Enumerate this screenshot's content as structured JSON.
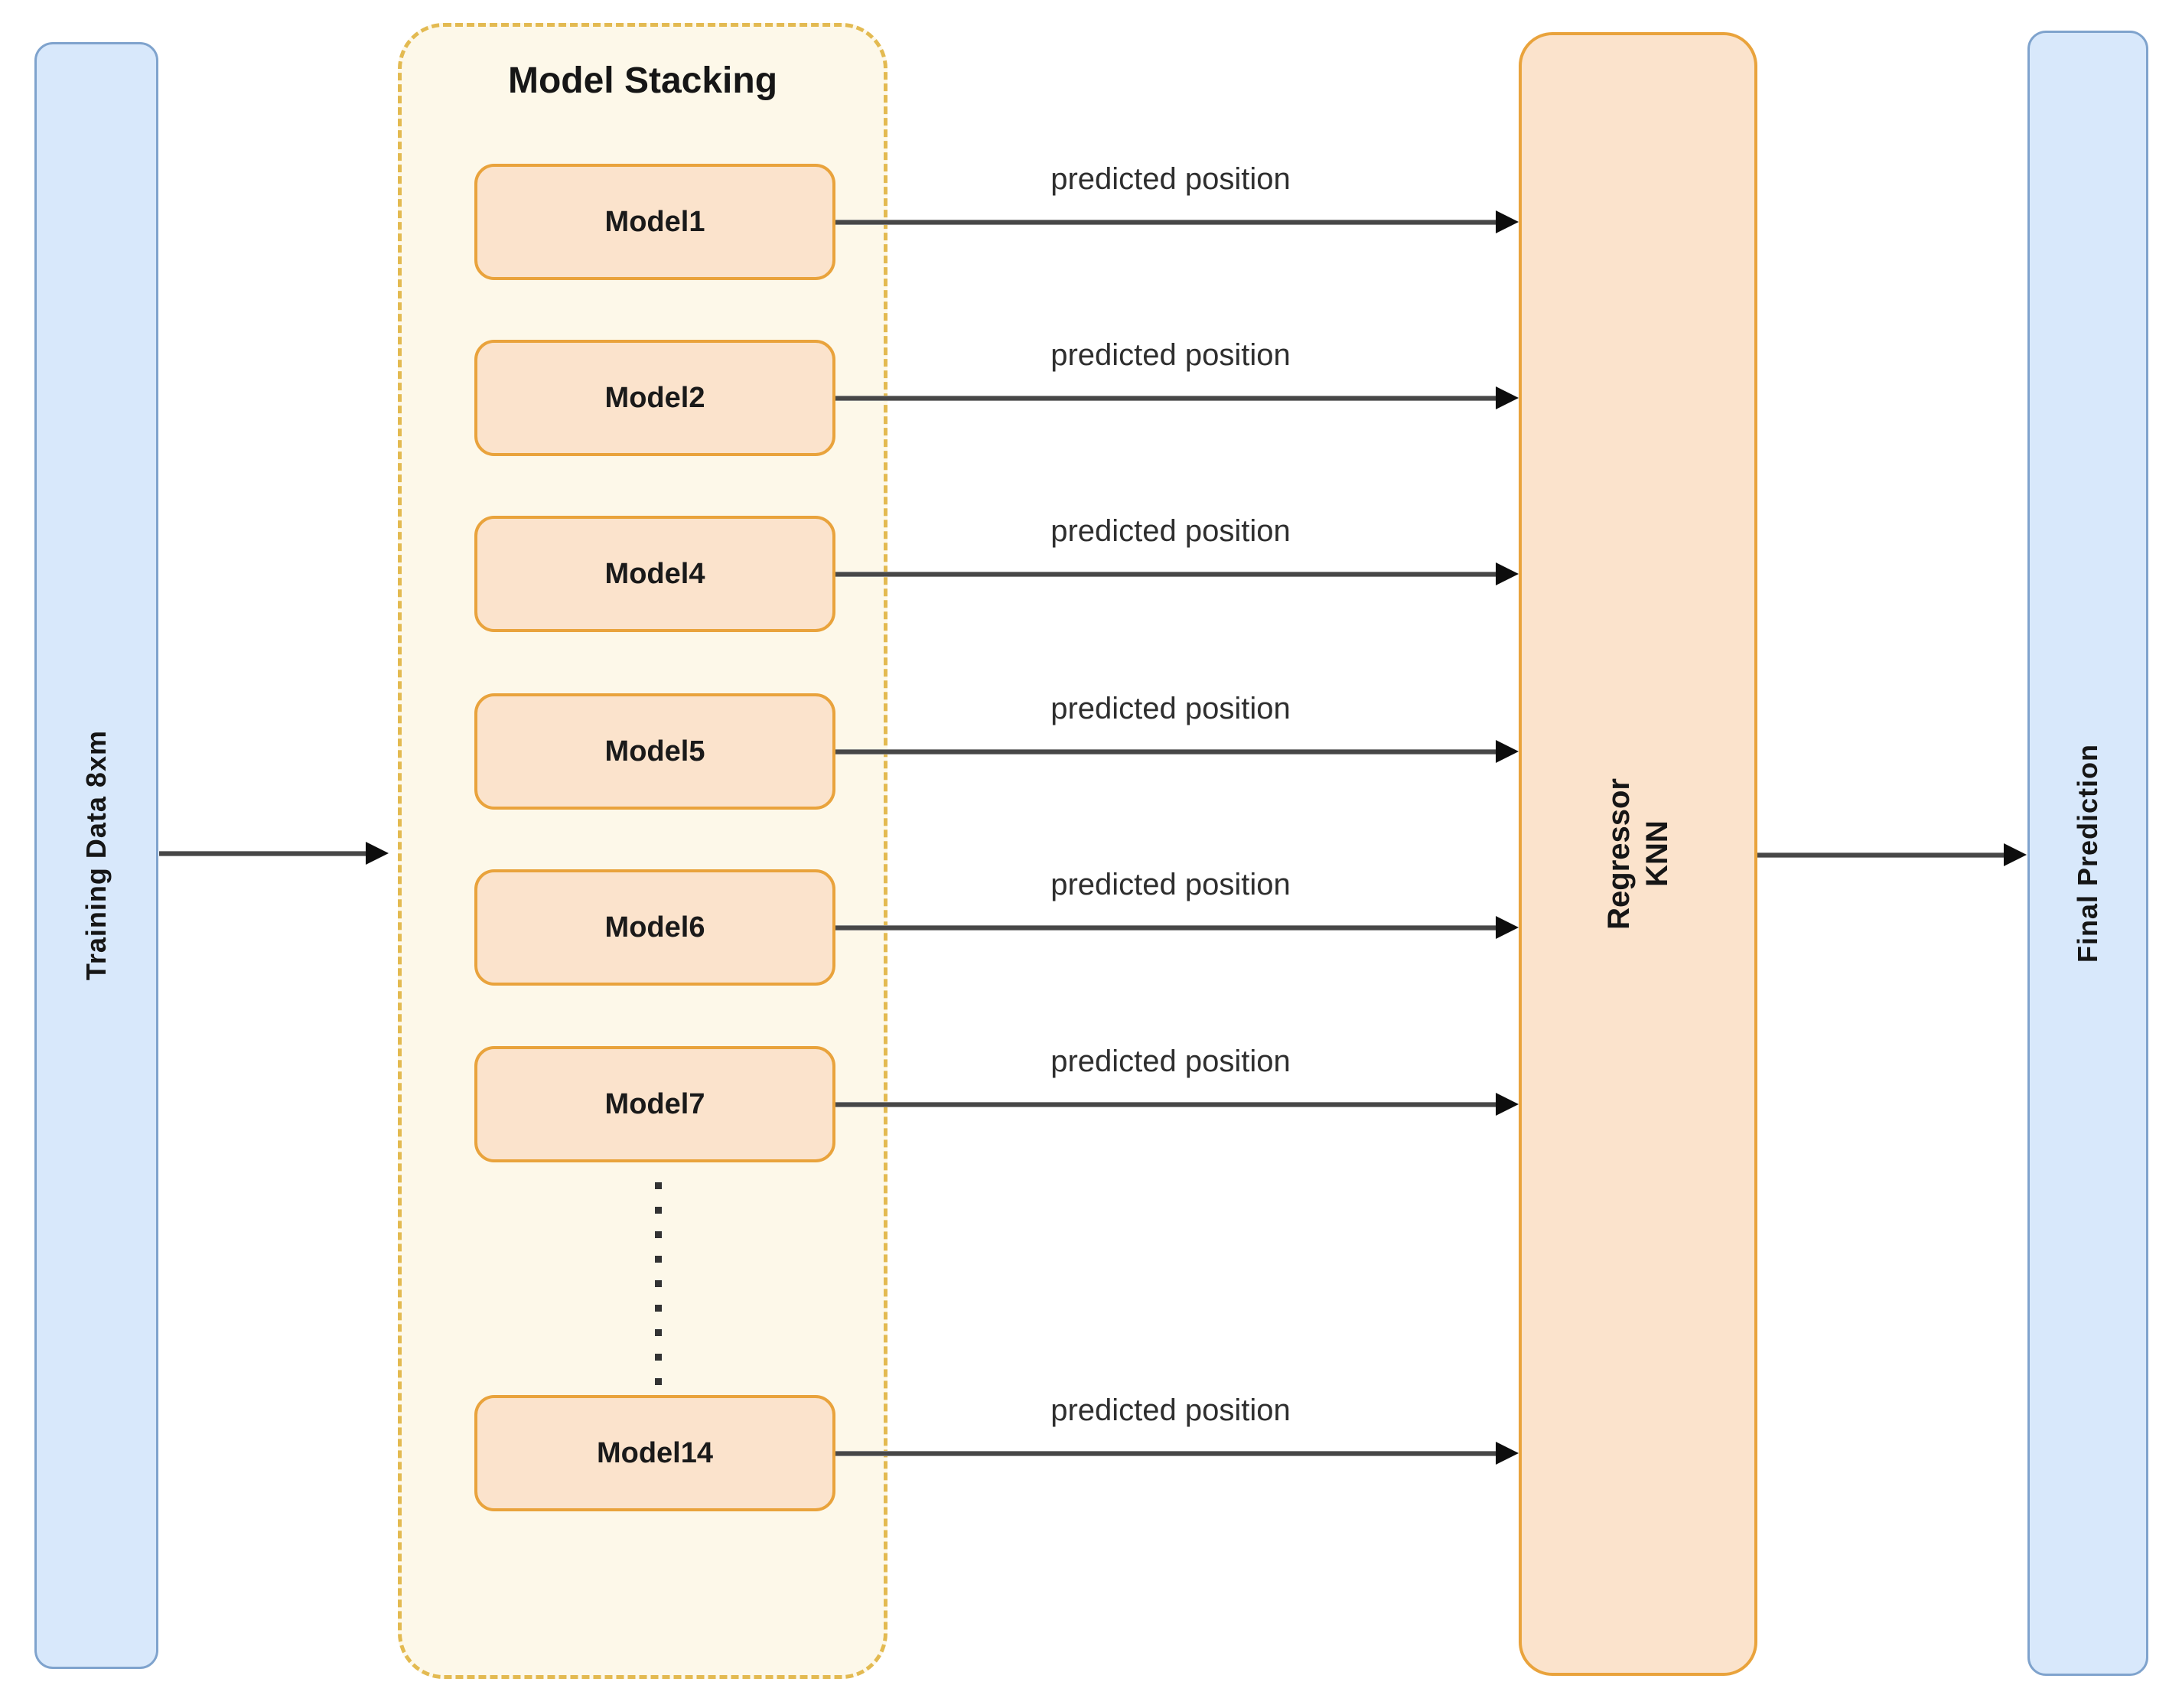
{
  "diagram": {
    "type": "model-stacking-flow",
    "input_bar": {
      "label": "Training Data 8xm"
    },
    "stacking": {
      "title": "Model Stacking",
      "models": [
        {
          "label": "Model1"
        },
        {
          "label": "Model2"
        },
        {
          "label": "Model4"
        },
        {
          "label": "Model5"
        },
        {
          "label": "Model6"
        },
        {
          "label": "Model7"
        },
        {
          "label": "Model14"
        }
      ],
      "ellipsis": "vertical-dotted-line"
    },
    "arrows": {
      "label": "predicted position"
    },
    "regressor": {
      "text": "Regressor\nKNN"
    },
    "output_bar": {
      "label": "Final Prediction"
    },
    "colors": {
      "blue_fill": "#d8e8fb",
      "blue_stroke": "#7fa3cd",
      "orange_fill": "#fbe3cc",
      "orange_stroke": "#e9a33c",
      "container_fill": "#fdf8e9",
      "container_stroke": "#e3ba51",
      "arrow": "#474747",
      "text": "#161616"
    }
  }
}
